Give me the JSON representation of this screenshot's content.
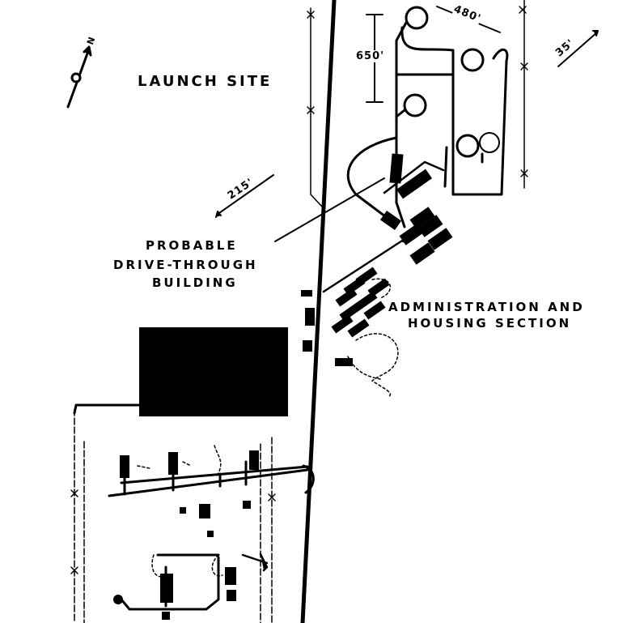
{
  "labels": {
    "launch_site": "LAUNCH SITE",
    "drive_through_line1": "PROBABLE",
    "drive_through_line2": "DRIVE-THROUGH",
    "drive_through_line3": "BUILDING",
    "admin_line1": "ADMINISTRATION AND",
    "admin_line2": "HOUSING SECTION"
  },
  "dimensions": {
    "d650": "650'",
    "d480": "480'",
    "d35": "35'",
    "d215": "215'"
  },
  "north_label": "N",
  "colors": {
    "ink": "#000000",
    "paper": "#ffffff"
  }
}
